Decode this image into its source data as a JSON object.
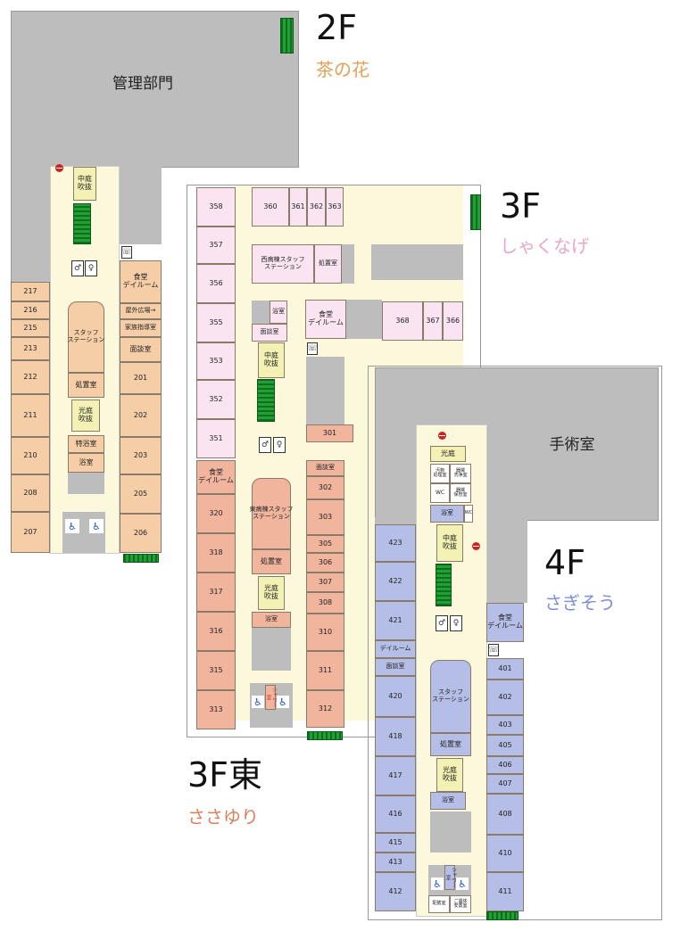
{
  "floors": {
    "f2": {
      "title": "2F",
      "subtitle": "茶の花",
      "subtitle_color": "#e3a05a",
      "admin": "管理部門",
      "courtyard": "中庭\n吹抜",
      "staff_station": "スタッフ\nステーション",
      "treatment": "処置室",
      "light_well": "光庭\n吹抜",
      "special_bath": "特浴室",
      "bath": "浴室",
      "dining": "食堂\nデイルーム",
      "outdoor": "屋外広場→",
      "family_guidance": "家族指導室",
      "consult": "面談室",
      "left_rooms": [
        "217",
        "216",
        "215",
        "213",
        "212",
        "211",
        "210",
        "208",
        "207"
      ],
      "right_rooms": [
        "201",
        "202",
        "203",
        "205",
        "206"
      ]
    },
    "f3": {
      "title": "3F",
      "subtitle": "しゃくなげ",
      "subtitle_color": "#e9a6c8",
      "top_rooms": [
        "360",
        "361",
        "362",
        "363"
      ],
      "west_station": "西病棟スタッフ\nステーション",
      "treatment": "処置室",
      "dining": "食堂\nデイルーム",
      "right_rooms": [
        "368",
        "367",
        "366"
      ],
      "left_rooms": [
        "358",
        "357",
        "356",
        "355",
        "353",
        "352",
        "351"
      ],
      "bath": "浴室",
      "consult": "面談室",
      "courtyard": "中庭\n吹抜"
    },
    "f3e": {
      "title": "3F東",
      "subtitle": "ささゆり",
      "subtitle_color": "#d9805a",
      "dining": "食堂\nデイルーム",
      "left_rooms": [
        "320",
        "318",
        "317",
        "316",
        "315",
        "313"
      ],
      "east_station": "東病棟スタッフ\nステーション",
      "treatment": "処置室",
      "light_well": "光庭\n吹抜",
      "bath": "浴室",
      "shower": "シャワー室",
      "consult": "面談室",
      "room_301": "301",
      "right_rooms": [
        "302",
        "303",
        "305",
        "306",
        "307",
        "308",
        "310",
        "311",
        "312"
      ]
    },
    "f4": {
      "title": "4F",
      "subtitle": "さぎそう",
      "subtitle_color": "#7d8ed8",
      "surgery": "手術室",
      "light_well": "光庭",
      "small_a": "汚物\n処理室",
      "small_b": "器械\n洗浄室",
      "small_c": "WC",
      "small_d": "器械\n保管室",
      "bath": "浴室",
      "wc": "WC",
      "courtyard": "中庭\n吹抜",
      "dining": "食堂\nデイルーム",
      "dayroom": "デイルーム",
      "consult": "面談室",
      "staff_station": "スタッフ\nステーション",
      "treatment": "処置室",
      "light_well2": "光庭\n吹抜",
      "bath2": "浴室",
      "shower": "シャワー室",
      "util_a": "配膳室",
      "util_b": "ご遺体\n安置室",
      "left_rooms": [
        "423",
        "422",
        "421",
        "420",
        "418",
        "417",
        "416",
        "415",
        "413",
        "412"
      ],
      "right_rooms": [
        "401",
        "402",
        "403",
        "405",
        "406",
        "407",
        "408",
        "410",
        "411"
      ]
    }
  },
  "icons": {
    "wc": "toilet-icon",
    "accessible": "accessible-icon",
    "phone": "phone-icon",
    "stairs": "stairs-icon",
    "no_entry": "no-entry-icon",
    "bath": "bath-icon"
  }
}
